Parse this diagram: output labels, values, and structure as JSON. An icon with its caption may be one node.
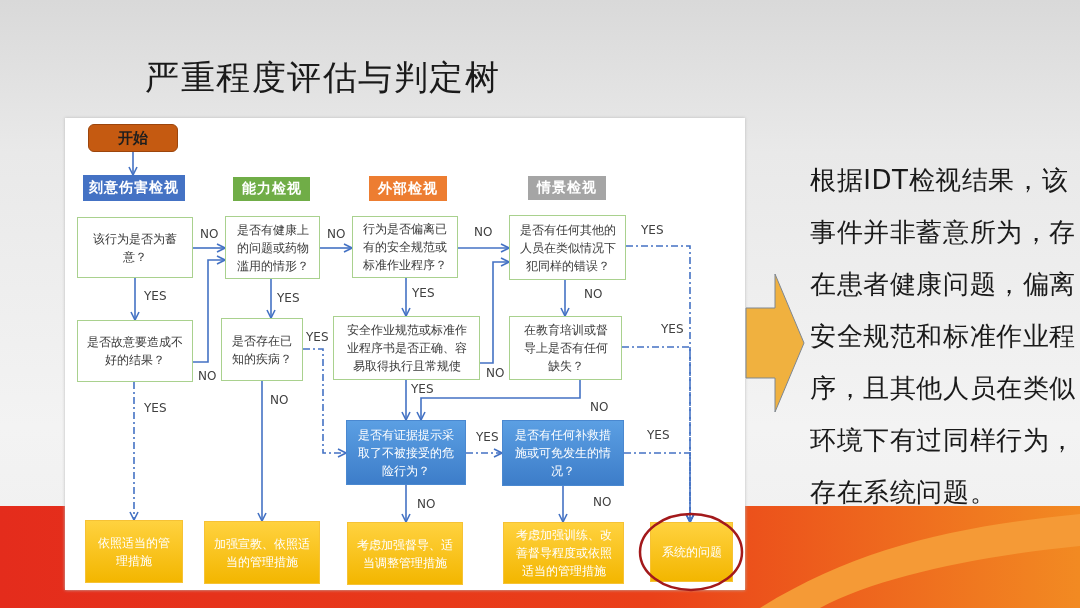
{
  "diagram": {
    "title": "严重程度评估与判定树",
    "nodes": [
      {
        "text": [
          "开始"
        ]
      },
      {
        "text": [
          "刻意伤害检视"
        ]
      },
      {
        "text": [
          "能力检视"
        ]
      },
      {
        "text": [
          "外部检视"
        ]
      },
      {
        "text": [
          "情景检视"
        ]
      },
      {
        "text": [
          "该行为是否为蓄意？"
        ]
      },
      {
        "text": [
          "是否有健康上的问题或药物滥用的情形？"
        ]
      },
      {
        "text": [
          "行为是否偏离已有的安全规范或标准作业程序？"
        ]
      },
      {
        "text": [
          "是否有任何其他的人员在类似情况下犯同样的错误？"
        ]
      },
      {
        "text": [
          "是否故意要造成不好的结果？"
        ]
      },
      {
        "text": [
          "是否存在已知的疾病？"
        ]
      },
      {
        "text": [
          "安全作业规范或标准作业程序书是否正确、容易取得执行且常规使"
        ]
      },
      {
        "text": [
          "在教育培训或督导上是否有任何缺失？"
        ]
      },
      {
        "text": [
          "是否有证据提示采取了不被接受的危险行为？"
        ]
      },
      {
        "text": [
          "是否有任何补救措施或可免发生的情况？"
        ]
      },
      {
        "text": [
          "依照适当的管理措施"
        ]
      },
      {
        "text": [
          "加强宣教、依照适当的管理措施"
        ]
      },
      {
        "text": [
          "考虑加强督导、适当调整管理措施"
        ]
      },
      {
        "text": [
          "考虑加强训练、改善督导程度或依照适当的管理措施"
        ]
      },
      {
        "text": [
          "系统的问题"
        ]
      },
      {
        "text": [
          "根据IDT检视结果，该事件并非蓄意所为，存在患者健康问题，偏离安全规范和标准作业程序，且其他人员在类似环境下有过同样行为，存在系统问题。"
        ]
      }
    ],
    "edges": [
      {
        "from": 0,
        "to": 1,
        "arrow": "to"
      },
      {
        "from": 5,
        "to": 6,
        "arrow": "to",
        "label": "NO"
      },
      {
        "from": 5,
        "to": 9,
        "arrow": "to",
        "label": "YES"
      },
      {
        "from": 9,
        "to": 6,
        "arrow": "to",
        "label": "NO"
      },
      {
        "from": 9,
        "to": 15,
        "arrow": "to",
        "label": "YES",
        "style": "dashed"
      },
      {
        "from": 6,
        "to": 7,
        "arrow": "to",
        "label": "NO"
      },
      {
        "from": 6,
        "to": 10,
        "arrow": "to",
        "label": "YES"
      },
      {
        "from": 10,
        "to": 13,
        "arrow": "to",
        "label": "YES",
        "style": "dashed"
      },
      {
        "from": 10,
        "to": 16,
        "arrow": "to",
        "label": "NO"
      },
      {
        "from": 7,
        "to": 8,
        "arrow": "to",
        "label": "NO"
      },
      {
        "from": 7,
        "to": 11,
        "arrow": "to",
        "label": "YES"
      },
      {
        "from": 11,
        "to": 8,
        "arrow": "to",
        "label": "NO"
      },
      {
        "from": 11,
        "to": 13,
        "arrow": "to",
        "label": "YES"
      },
      {
        "from": 8,
        "to": 19,
        "arrow": "to",
        "label": "YES",
        "style": "dashed"
      },
      {
        "from": 8,
        "to": 12,
        "arrow": "to",
        "label": "NO"
      },
      {
        "from": 12,
        "to": 19,
        "arrow": "to",
        "label": "YES",
        "style": "dashed"
      },
      {
        "from": 12,
        "to": 13,
        "arrow": "to",
        "label": "NO"
      },
      {
        "from": 13,
        "to": 14,
        "arrow": "to",
        "label": "YES",
        "style": "dashed"
      },
      {
        "from": 13,
        "to": 17,
        "arrow": "to",
        "label": "NO"
      },
      {
        "from": 14,
        "to": 19,
        "arrow": "to",
        "label": "YES",
        "style": "dashed"
      },
      {
        "from": 14,
        "to": 18,
        "arrow": "to",
        "label": "NO"
      },
      {
        "from": null,
        "to": 20,
        "arrow": "to",
        "style": "thick",
        "color": "#f0b13f"
      }
    ]
  }
}
